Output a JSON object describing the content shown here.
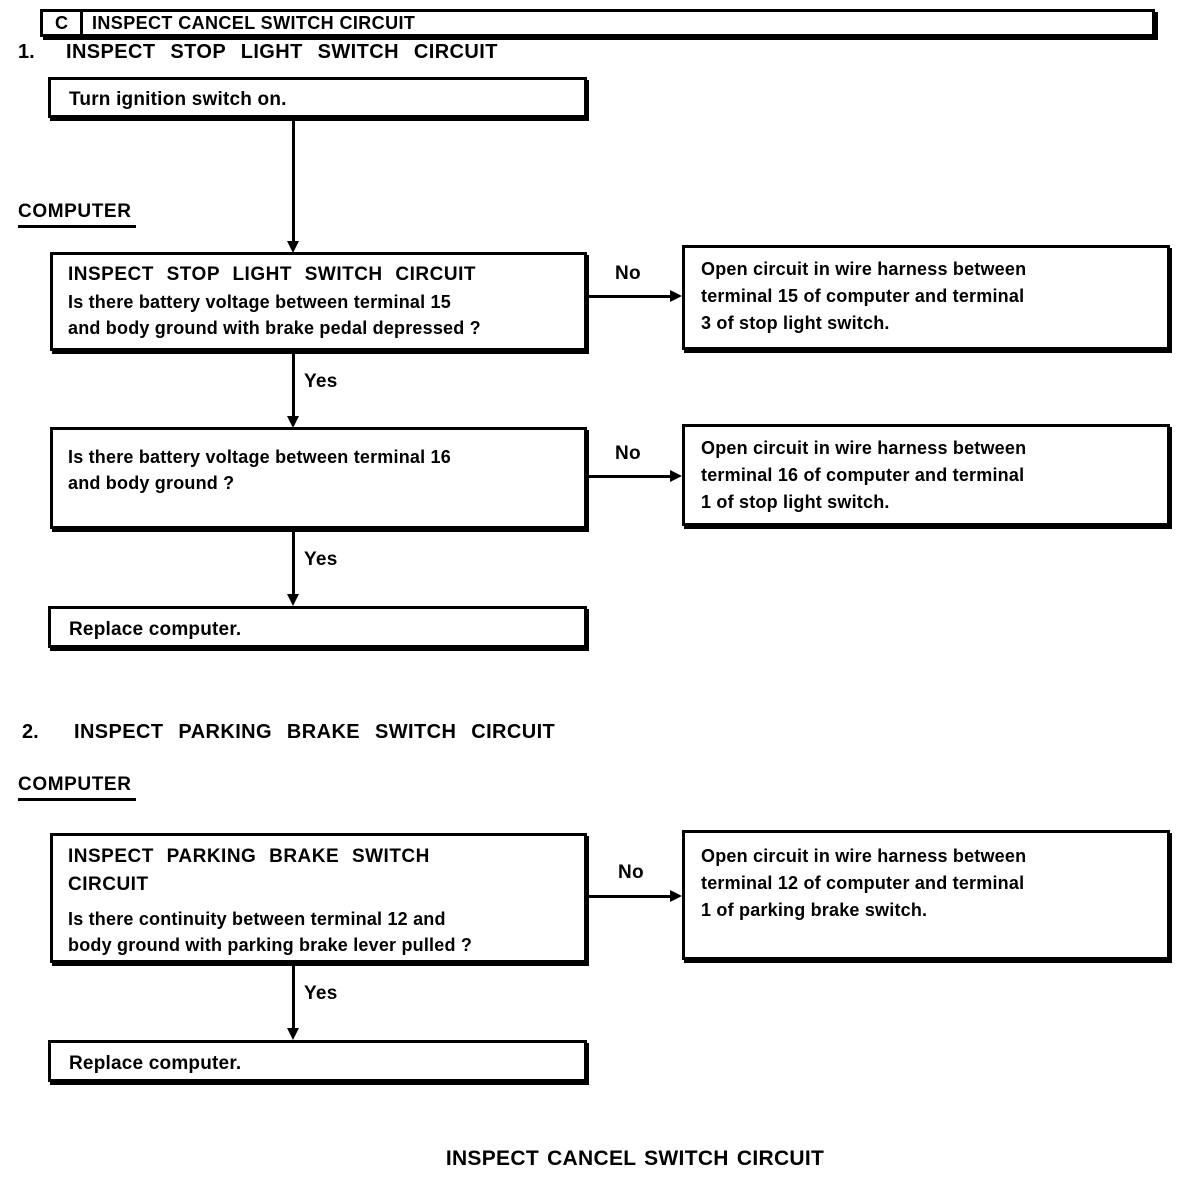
{
  "header": {
    "tag": "C",
    "title": "INSPECT CANCEL SWITCH CIRCUIT"
  },
  "footer": {
    "title": "INSPECT CANCEL SWITCH CIRCUIT"
  },
  "labels": {
    "yes": "Yes",
    "no": "No"
  },
  "section1": {
    "number": "1.",
    "heading": "INSPECT STOP LIGHT SWITCH CIRCUIT",
    "computer_label": "COMPUTER",
    "start_box": "Turn ignition switch on.",
    "q1": {
      "title": "INSPECT STOP LIGHT SWITCH CIRCUIT",
      "line1": "Is there battery voltage between terminal 15",
      "line2": "and body ground with brake pedal depressed ?"
    },
    "q1_no_box": {
      "line1": "Open circuit in wire harness between",
      "line2": "terminal 15 of computer and terminal",
      "line3": "3 of stop light switch."
    },
    "q2": {
      "line1": "Is there battery voltage between terminal 16",
      "line2": "and body ground ?"
    },
    "q2_no_box": {
      "line1": "Open circuit in wire harness between",
      "line2": "terminal 16 of computer and terminal",
      "line3": "1 of stop light switch."
    },
    "result_box": "Replace computer."
  },
  "section2": {
    "number": "2.",
    "heading": "INSPECT PARKING BRAKE SWITCH CIRCUIT",
    "computer_label": "COMPUTER",
    "q1": {
      "title_line1": "INSPECT PARKING BRAKE SWITCH",
      "title_line2": "CIRCUIT",
      "line1": "Is there continuity between terminal 12 and",
      "line2": "body ground with parking brake lever pulled ?"
    },
    "q1_no_box": {
      "line1": "Open circuit in wire harness between",
      "line2": "terminal 12 of computer and terminal",
      "line3": "1 of parking brake switch."
    },
    "result_box": "Replace computer."
  }
}
